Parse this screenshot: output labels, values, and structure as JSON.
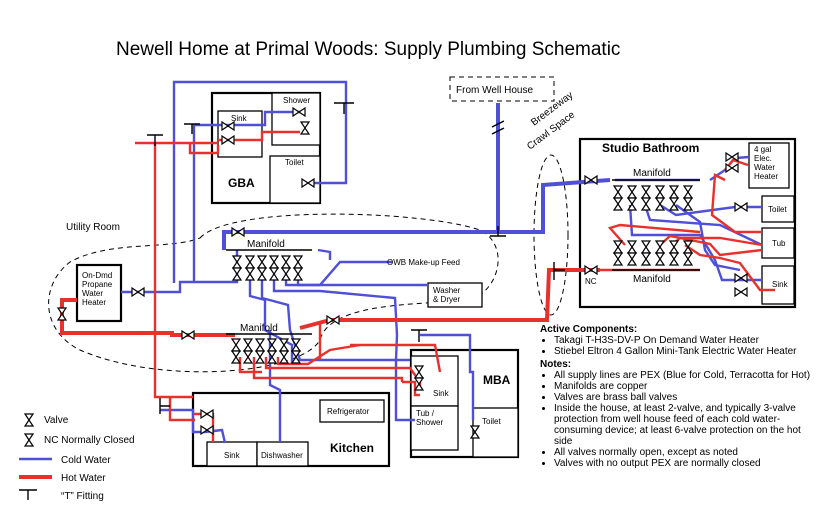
{
  "title": "Newell Home at Primal Woods: Supply Plumbing Schematic",
  "source": "From Well House",
  "breezeway": [
    "Breezeway",
    "Crawl Space"
  ],
  "colors": {
    "cold": "#4f4fd8",
    "hot": "#e8312c"
  },
  "rooms": {
    "gba": {
      "label": "GBA",
      "sink": "Sink",
      "shower": "Shower",
      "toilet": "Toilet"
    },
    "utility": {
      "label": "Utility Room",
      "manifold_top": "Manifold",
      "manifold_bottom": "Manifold",
      "owb": "OWB Make-up Feed",
      "heater": [
        "On-Dmd",
        "Propane",
        "Water",
        "Heater"
      ],
      "washer": [
        "Washer",
        "& Dryer"
      ]
    },
    "studio": {
      "label": "Studio Bathroom",
      "manifold_top": "Manifold",
      "manifold_bottom": "Manifold",
      "heater": [
        "4 gal",
        "Elec.",
        "Water",
        "Heater"
      ],
      "toilet": "Toilet",
      "tub": "Tub",
      "sink": "Sink",
      "nc": "NC"
    },
    "mba": {
      "label": "MBA",
      "sink": "Sink",
      "tub": [
        "Tub /",
        "Shower"
      ],
      "toilet": "Toilet"
    },
    "kitchen": {
      "label": "Kitchen",
      "refrigerator": "Refrigerator",
      "sink": "Sink",
      "dishwasher": "Dishwasher"
    }
  },
  "legend": {
    "valve": "Valve",
    "nc": "NC Normally Closed",
    "cold": "Cold Water",
    "hot": "Hot Water",
    "tee": "“T” Fitting"
  },
  "active": {
    "heading": "Active Components:",
    "items": [
      "Takagi T-H3S-DV-P On Demand Water Heater",
      "Stiebel Eltron 4 Gallon Mini-Tank Electric Water Heater"
    ]
  },
  "notes": {
    "heading": "Notes:",
    "items": [
      "All supply lines are PEX (Blue for Cold, Terracotta for Hot)",
      "Manifolds are copper",
      "Valves are brass ball valves",
      "Inside the house, at least 2-valve, and typically 3-valve protection from well house feed of each cold water-consuming device; at least 6-valve protection on the hot side",
      "All valves normally open, except as noted",
      "Valves with no output PEX are normally closed"
    ]
  }
}
